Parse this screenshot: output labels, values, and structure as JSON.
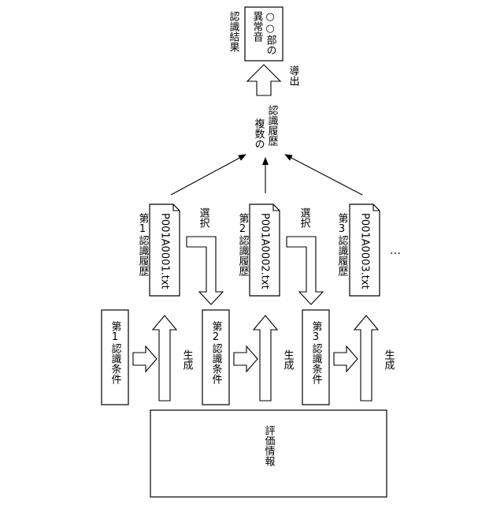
{
  "evaluation_info": "評価情報",
  "conditions": [
    "第1認識条件",
    "第2認識条件",
    "第3認識条件"
  ],
  "generate_label": "生成",
  "select_label": "選択",
  "history_labels": [
    "第1認識履歴",
    "第2認識履歴",
    "第3認識履歴"
  ],
  "history_files": [
    "P001A0001.txt",
    "P001A0002.txt",
    "P001A0003.txt"
  ],
  "ellipsis": "…",
  "multiple_history": [
    "複数の",
    "認識履歴"
  ],
  "derive_label": "導出",
  "result_label": "認識結果",
  "result_box": [
    "○○部の",
    "異常音"
  ]
}
